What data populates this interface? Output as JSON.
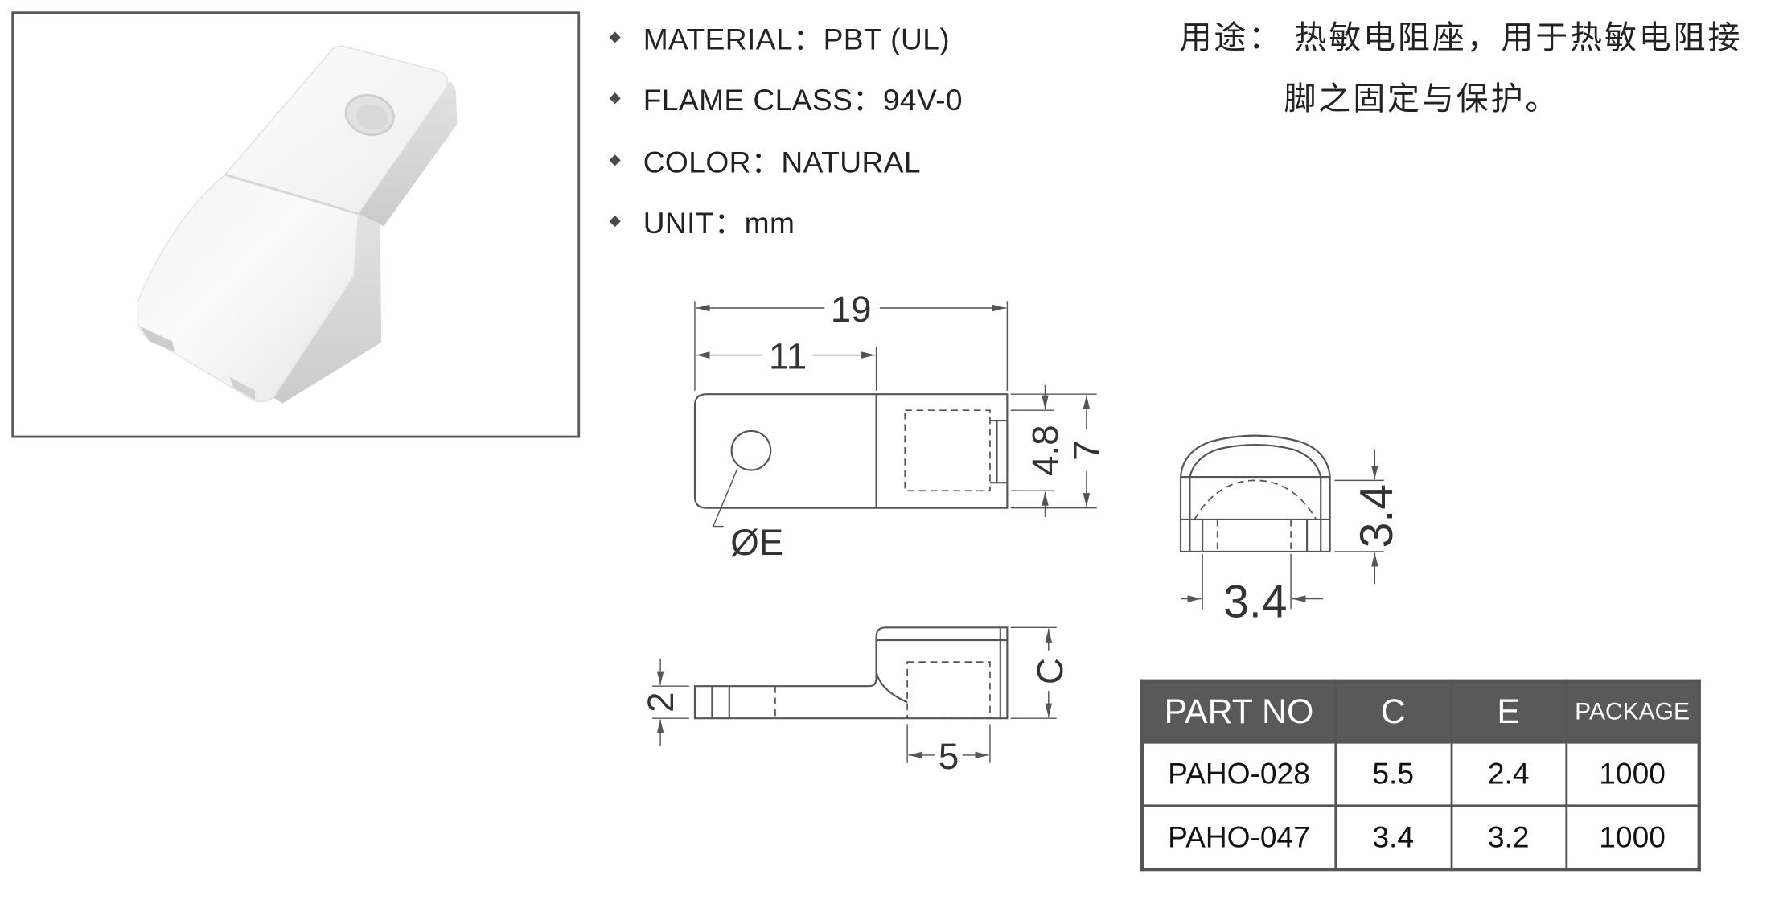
{
  "specs": [
    {
      "text": "MATERIAL：PBT (UL)",
      "icon": "diamond-bullet-icon"
    },
    {
      "text": "FLAME CLASS：94V-0",
      "icon": "diamond-bullet-icon"
    },
    {
      "text": "COLOR：NATURAL",
      "icon": "diamond-bullet-icon"
    },
    {
      "text": "UNIT：mm",
      "icon": "diamond-bullet-icon"
    }
  ],
  "usage": {
    "label": "用途：",
    "line1": "热敏电阻座，用于热敏电阻接",
    "line2": "脚之固定与保护。"
  },
  "drawing": {
    "top_view": {
      "dim_length": "19",
      "dim_hole_offset": "11",
      "dim_cavity": "4.8",
      "dim_width": "7",
      "hole_label": "ØE"
    },
    "side_view": {
      "dim_height": "C",
      "dim_thickness": "2",
      "dim_cavity": "5"
    },
    "end_view": {
      "dim_width": "3.4",
      "dim_height": "3.4"
    }
  },
  "table": {
    "headers": [
      "PART NO",
      "C",
      "E",
      "PACKAGE"
    ],
    "rows": [
      [
        "PAHO-028",
        "5.5",
        "2.4",
        "1000"
      ],
      [
        "PAHO-047",
        "3.4",
        "3.2",
        "1000"
      ]
    ]
  },
  "colors": {
    "table_header_bg": "#595959",
    "table_header_text": "#ffffff",
    "line": "#555555",
    "photo_border": "#5a5a5a"
  }
}
